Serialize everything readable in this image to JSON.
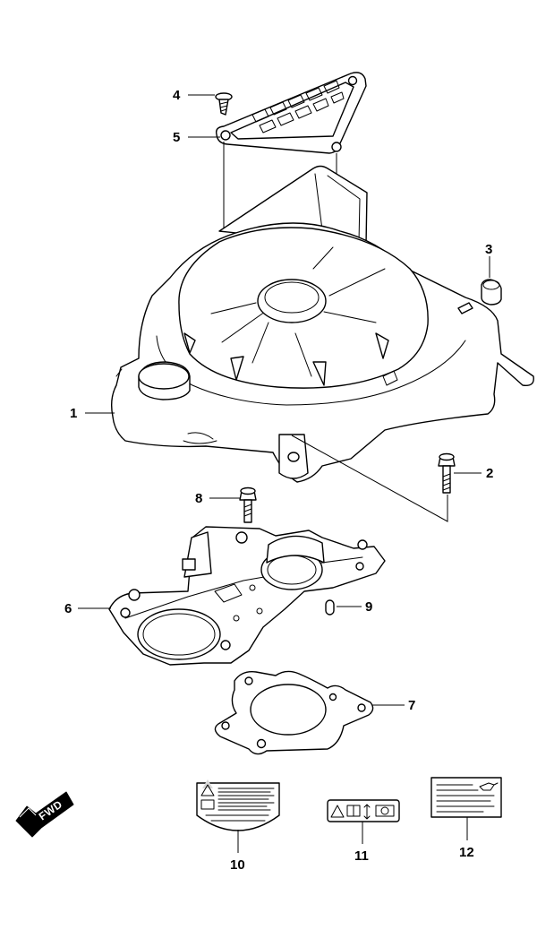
{
  "callouts": {
    "c1": "1",
    "c2": "2",
    "c3": "3",
    "c4": "4",
    "c5": "5",
    "c6": "6",
    "c7": "7",
    "c8": "8",
    "c9": "9",
    "c10": "10",
    "c11": "11",
    "c12": "12"
  },
  "fwd_label": "FWD"
}
